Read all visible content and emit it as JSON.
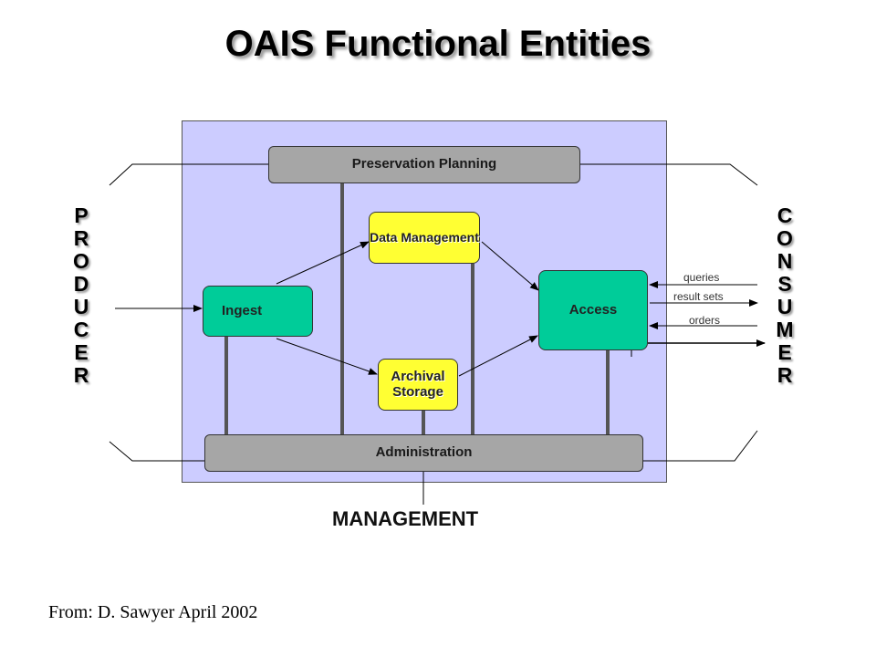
{
  "title": "OAIS Functional Entities",
  "entities": {
    "preservation_planning": "Preservation Planning",
    "data_management": "Data Management",
    "ingest": "Ingest",
    "access": "Access",
    "archival_storage": "Archival Storage",
    "administration": "Administration"
  },
  "actors": {
    "producer": "PRODUCER",
    "consumer": "CONSUMER",
    "management": "MANAGEMENT"
  },
  "flows": {
    "queries": "queries",
    "result_sets": "result sets",
    "orders": "orders"
  },
  "credit": "From: D. Sawyer April 2002",
  "colors": {
    "panel": "#ccccff",
    "gray_box": "#a6a6a6",
    "green_box": "#00cc99",
    "yellow_box": "#ffff33"
  }
}
